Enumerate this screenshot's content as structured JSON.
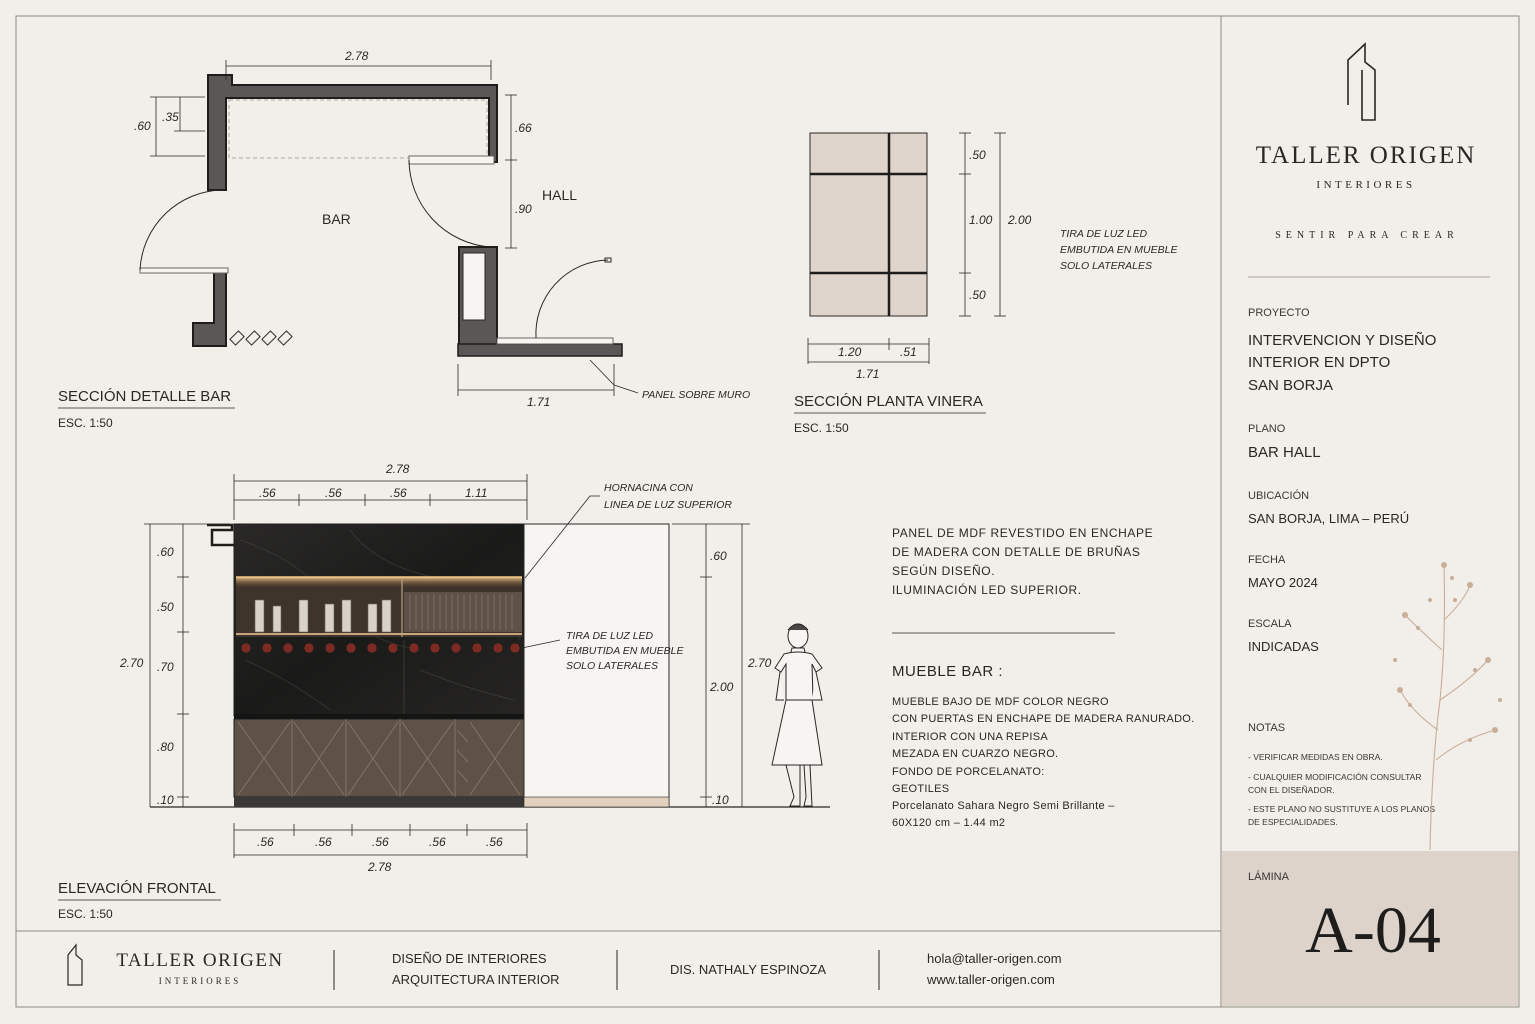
{
  "brand": {
    "name": "TALLER ORIGEN",
    "subtitle": "INTERIORES",
    "tagline": "SENTIR PARA CREAR"
  },
  "title_block": {
    "project_label": "PROYECTO",
    "project_lines": [
      "INTERVENCION Y DISEÑO",
      "INTERIOR EN DPTO",
      "SAN BORJA"
    ],
    "plan_label": "PLANO",
    "plan_value": "BAR HALL",
    "location_label": "UBICACIÓN",
    "location_value": "SAN BORJA, LIMA – PERÚ",
    "date_label": "FECHA",
    "date_value": "MAYO 2024",
    "scale_label": "ESCALA",
    "scale_value": "INDICADAS",
    "notes_label": "NOTAS",
    "notes": [
      [
        "- VERIFICAR MEDIDAS EN OBRA."
      ],
      [
        "- CUALQUIER MODIFICACIÓN CONSULTAR",
        "  CON EL DISEÑADOR."
      ],
      [
        "- ESTE PLANO NO SUSTITUYE A LOS PLANOS",
        "  DE ESPECIALIDADES."
      ]
    ],
    "sheet_label": "LÁMINA",
    "sheet_value": "A-04"
  },
  "footer": {
    "services": [
      "DISEÑO DE INTERIORES",
      "ARQUITECTURA INTERIOR"
    ],
    "designer": "DIS. NATHALY ESPINOZA",
    "email": "hola@taller-origen.com",
    "website": "www.taller-origen.com"
  },
  "views": {
    "bar_section": {
      "title": "SECCIÓN DETALLE BAR",
      "scale": "ESC. 1:50",
      "room_bar": "BAR",
      "room_hall": "HALL",
      "dim_top": "2.78",
      "dim_60": ".60",
      "dim_35": ".35",
      "dim_66": ".66",
      "dim_90": ".90",
      "dim_171": "1.71",
      "panel_note": "PANEL SOBRE MURO"
    },
    "wine_plan": {
      "title": "SECCIÓN PLANTA VINERA",
      "scale": "ESC. 1:50",
      "dim_50a": ".50",
      "dim_100": "1.00",
      "dim_50b": ".50",
      "dim_200": "2.00",
      "dim_120": "1.20",
      "dim_51": ".51",
      "dim_171": "1.71",
      "led_note": [
        "TIRA DE LUZ LED",
        "EMBUTIDA EN MUEBLE",
        "SOLO LATERALES"
      ]
    },
    "front_elevation": {
      "title": "ELEVACIÓN FRONTAL",
      "scale": "ESC. 1:50",
      "dim_top_total": "2.78",
      "dim_top_parts": [
        ".56",
        ".56",
        ".56",
        "1.11"
      ],
      "dim_bottom_parts": [
        ".56",
        ".56",
        ".56",
        ".56",
        ".56"
      ],
      "dim_bottom_total": "2.78",
      "dim_left_parts": [
        ".60",
        ".50",
        ".70",
        ".80",
        ".10"
      ],
      "dim_left_total": "2.70",
      "dim_right_parts": [
        ".60",
        "2.00",
        ".10"
      ],
      "dim_right_total": "2.70",
      "niche_note": [
        "HORNACINA CON",
        "LINEA DE LUZ SUPERIOR"
      ],
      "led_note": [
        "TIRA DE LUZ LED",
        "EMBUTIDA EN MUEBLE",
        "SOLO LATERALES"
      ]
    }
  },
  "specs": {
    "panel": [
      "PANEL DE MDF REVESTIDO EN ENCHAPE",
      "DE MADERA CON DETALLE DE BRUÑAS",
      "SEGÚN DISEÑO.",
      "ILUMINACIÓN LED SUPERIOR."
    ],
    "furniture_title": "MUEBLE BAR :",
    "furniture": [
      "MUEBLE BAJO DE MDF COLOR NEGRO",
      "CON PUERTAS EN ENCHAPE DE MADERA  RANURADO.",
      "INTERIOR CON UNA REPISA",
      "MEZADA EN CUARZO NEGRO.",
      "FONDO DE PORCELANATO:",
      "GEOTILES",
      "Porcelanato Sahara Negro Semi Brillante –",
      "60X120 cm – 1.44 m2"
    ]
  },
  "colors": {
    "paper": "#f2eee9",
    "ink": "#2a2826",
    "wall_fill": "#5a5856",
    "marble": "#1f1e1d",
    "wood": "#5e5248",
    "sheet_box": "#ddd3cb"
  }
}
